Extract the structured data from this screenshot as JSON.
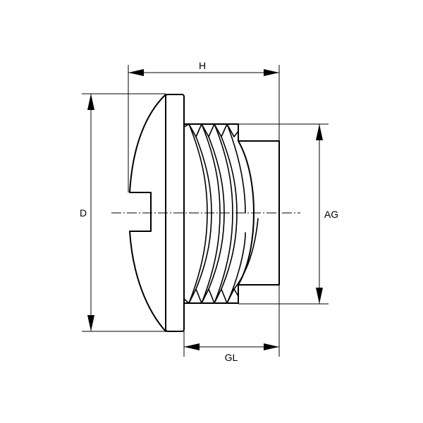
{
  "dimensions": {
    "height_label": "H",
    "diameter_label": "D",
    "thread_diameter_label": "AG",
    "thread_length_label": "GL"
  },
  "colors": {
    "stroke": "#000000",
    "background": "#ffffff"
  }
}
